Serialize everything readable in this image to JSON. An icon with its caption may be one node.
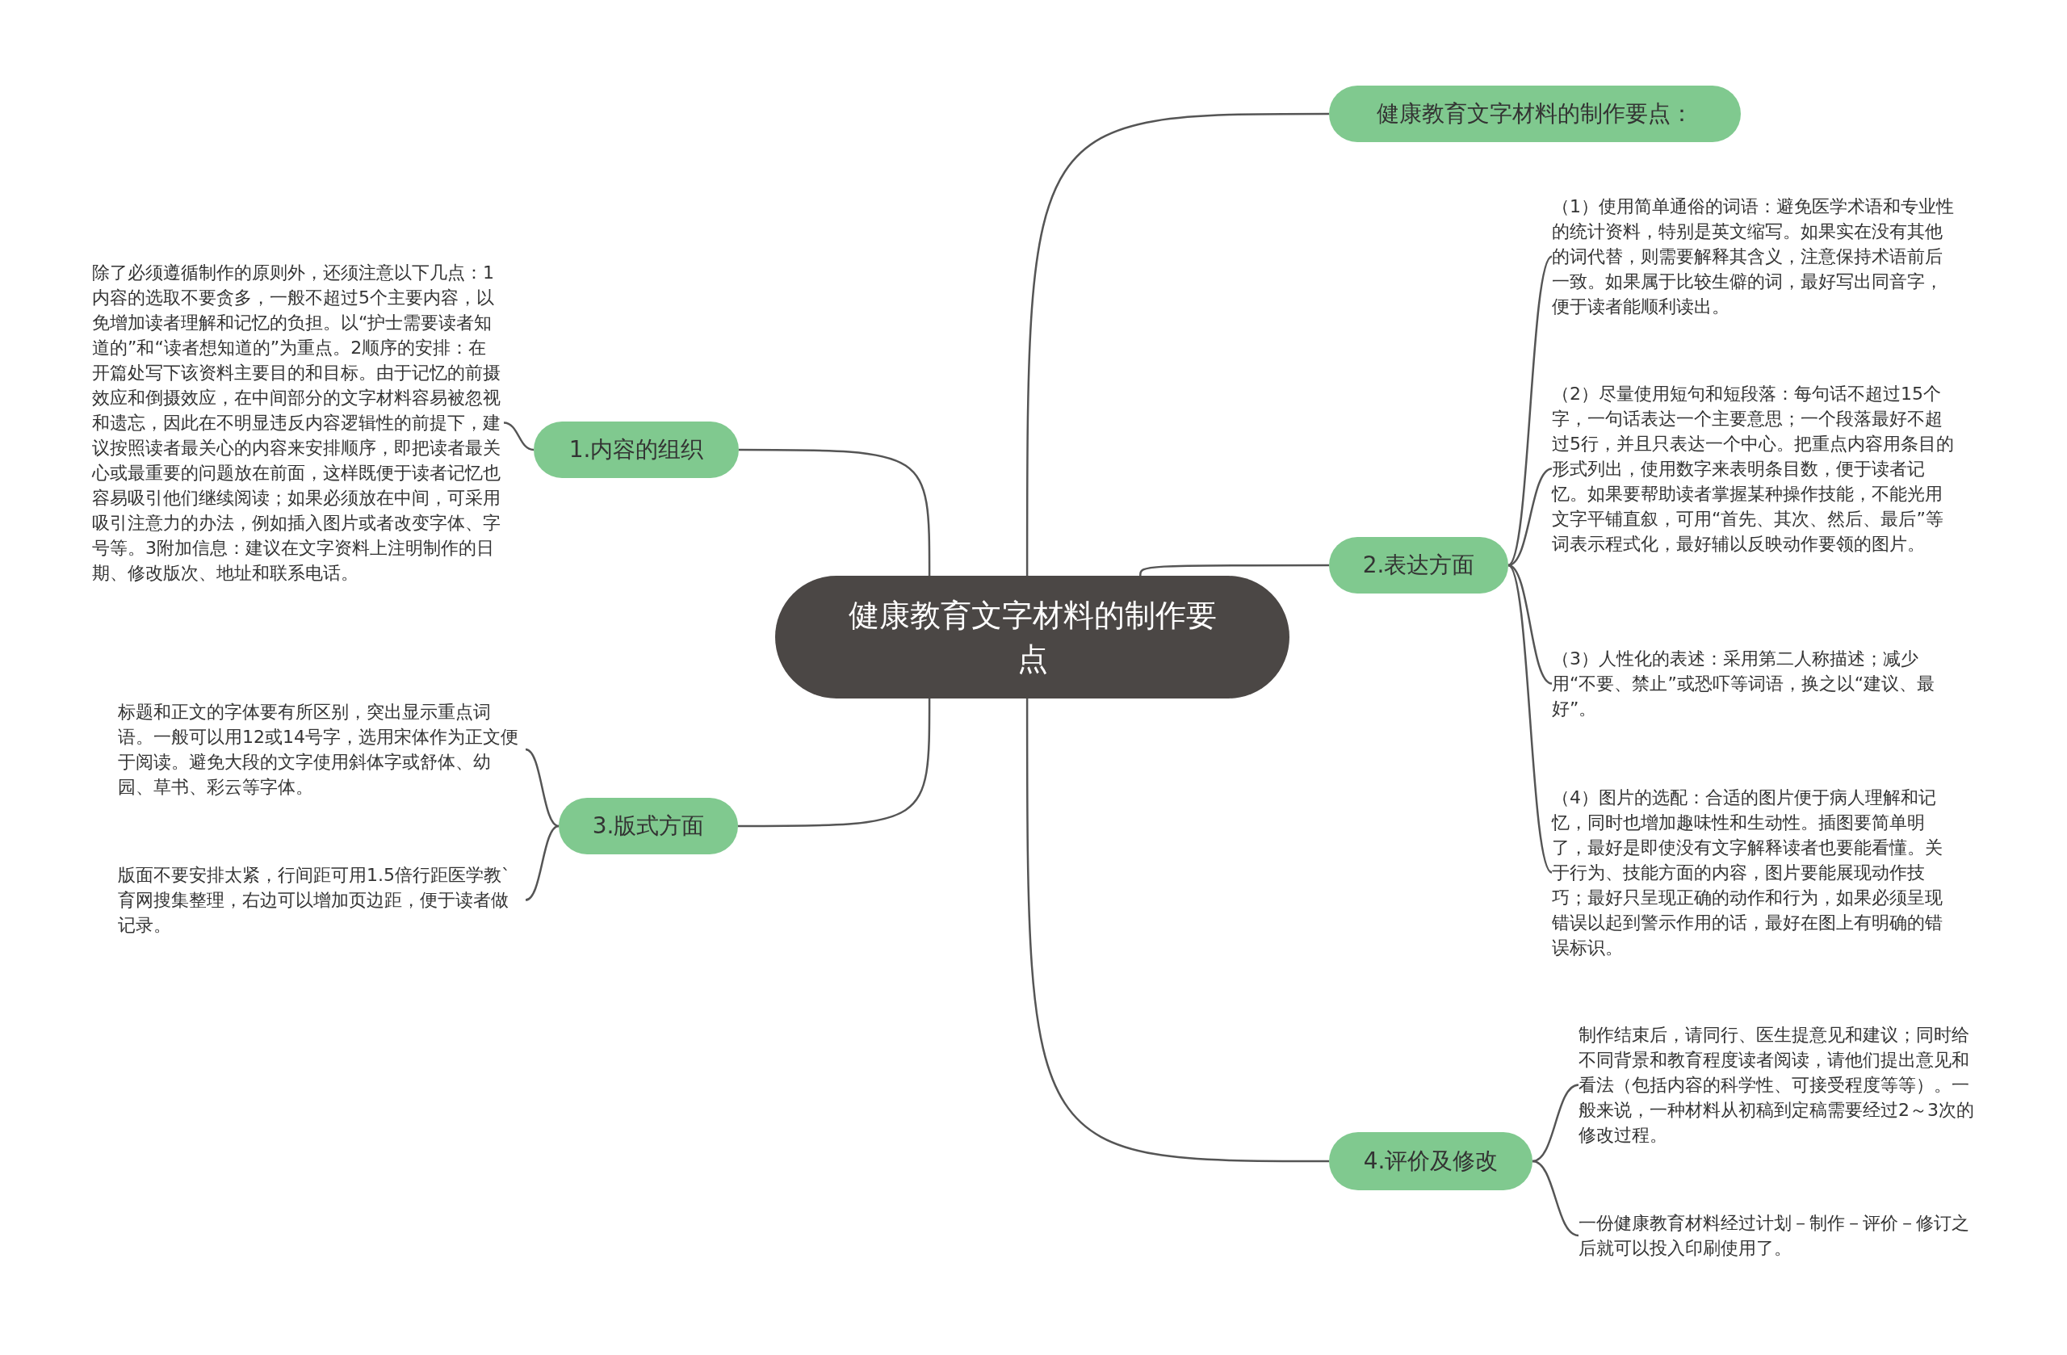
{
  "diagram": {
    "nodes": [
      {
        "text": [
          "健康教育文字材料的制作要点"
        ]
      },
      {
        "text": [
          "健康教育文字材料的制作要点："
        ]
      },
      {
        "text": [
          "2.表达方面"
        ]
      },
      {
        "text": [
          "（1）使用简单通俗的词语：避免医学术语和专业性的统计资料，特别是英文缩写。如果实在没有其他的词代替，则需要解释其含义，注意保持术语前后一致。如果属于比较生僻的词，最好写出同音字，便于读者能顺利读出。"
        ]
      },
      {
        "text": [
          "（2）尽量使用短句和短段落：每句话不超过15个字，一句话表达一个主要意思；一个段落最好不超过5行，并且只表达一个中心。把重点内容用条目的形式列出，使用数字来表明条目数，便于读者记忆。如果要帮助读者掌握某种操作技能，不能光用文字平铺直叙，可用“首先、其次、然后、最后”等词表示程式化，最好辅以反映动作要领的图片。"
        ]
      },
      {
        "text": [
          "（3）人性化的表述：采用第二人称描述；减少用“不要、禁止”或恐吓等词语，换之以“建议、最好”。"
        ]
      },
      {
        "text": [
          "（4）图片的选配：合适的图片便于病人理解和记忆，同时也增加趣味性和生动性。插图要简单明了，最好是即使没有文字解释读者也要能看懂。关于行为、技能方面的内容，图片要能展现动作技巧；最好只呈现正确的动作和行为，如果必须呈现错误以起到警示作用的话，最好在图上有明确的错误标识。"
        ]
      },
      {
        "text": [
          "4.评价及修改"
        ]
      },
      {
        "text": [
          "制作结束后，请同行、医生提意见和建议；同时给不同背景和教育程度读者阅读，请他们提出意见和看法（包括内容的科学性、可接受程度等等）。一般来说，一种材料从初稿到定稿需要经过2～3次的修改过程。"
        ]
      },
      {
        "text": [
          "一份健康教育材料经过计划－制作－评价－修订之后就可以投入印刷使用了。"
        ]
      },
      {
        "text": [
          "1.内容的组织"
        ]
      },
      {
        "text": [
          "除了必须遵循制作的原则外，还须注意以下几点：1内容的选取不要贪多，一般不超过5个主要内容，以免增加读者理解和记忆的负担。以“护士需要读者知道的”和“读者想知道的”为重点。2顺序的安排：在开篇处写下该资料主要目的和目标。由于记忆的前摄效应和倒摄效应，在中间部分的文字材料容易被忽视和遗忘，因此在不明显违反内容逻辑性的前提下，建议按照读者最关心的内容来安排顺序，即把读者最关心或最重要的问题放在前面，这样既便于读者记忆也容易吸引他们继续阅读；如果必须放在中间，可采用吸引注意力的办法，例如插入图片或者改变字体、字号等。3附加信息：建议在文字资料上注明制作的日期、修改版次、地址和联系电话。"
        ]
      },
      {
        "text": [
          "3.版式方面"
        ]
      },
      {
        "text": [
          "标题和正文的字体要有所区别，突出显示重点词语。一般可以用12或14号字，选用宋体作为正文便于阅读。避免大段的文字使用斜体字或舒体、幼园、草书、彩云等字体。"
        ]
      },
      {
        "text": [
          "版面不要安排太紧，行间距可用1.5倍行距医学教`育网搜集整理，右边可以增加页边距，便于读者做记录。"
        ]
      }
    ],
    "edges": [
      {
        "from": 0,
        "to": 1,
        "arrow": "none"
      },
      {
        "from": 0,
        "to": 2,
        "arrow": "none"
      },
      {
        "from": 2,
        "to": 3,
        "arrow": "none"
      },
      {
        "from": 2,
        "to": 4,
        "arrow": "none"
      },
      {
        "from": 2,
        "to": 5,
        "arrow": "none"
      },
      {
        "from": 2,
        "to": 6,
        "arrow": "none"
      },
      {
        "from": 0,
        "to": 7,
        "arrow": "none"
      },
      {
        "from": 7,
        "to": 8,
        "arrow": "none"
      },
      {
        "from": 7,
        "to": 9,
        "arrow": "none"
      },
      {
        "from": 0,
        "to": 10,
        "arrow": "none"
      },
      {
        "from": 10,
        "to": 11,
        "arrow": "none"
      },
      {
        "from": 0,
        "to": 12,
        "arrow": "none"
      },
      {
        "from": 12,
        "to": 13,
        "arrow": "none"
      },
      {
        "from": 12,
        "to": 14,
        "arrow": "none"
      }
    ]
  }
}
